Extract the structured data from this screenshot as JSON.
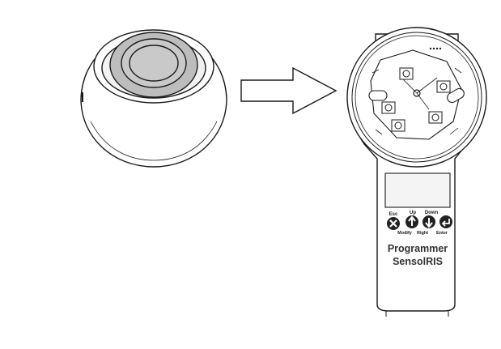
{
  "programmer": {
    "buttons": [
      {
        "id": "esc",
        "top_label": "Esc",
        "bottom_label": ""
      },
      {
        "id": "up",
        "top_label": "Up",
        "bottom_label": "Modify"
      },
      {
        "id": "down",
        "top_label": "Down",
        "bottom_label": "Right"
      },
      {
        "id": "enter",
        "top_label": "",
        "bottom_label": "Enter"
      }
    ],
    "title_line1": "Programmer",
    "title_line2": "SensolRIS"
  },
  "icons": {
    "detector": "smoke-detector-icon",
    "arrow": "right-arrow-icon",
    "esc": "x-circle-icon",
    "up": "arrow-up-circle-icon",
    "down": "arrow-down-circle-icon",
    "enter": "enter-circle-icon"
  },
  "colors": {
    "stroke": "#1a1a1a",
    "screen": "#f4f4f4",
    "body": "#ffffff",
    "button": "#222222",
    "lens": "#bdbdbd"
  }
}
